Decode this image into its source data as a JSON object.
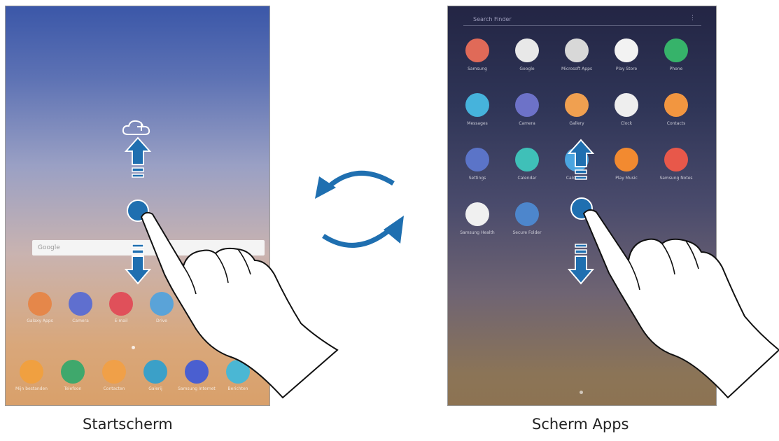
{
  "captions": {
    "home": "Startscherm",
    "apps": "Scherm Apps"
  },
  "home": {
    "search_placeholder": "Google",
    "top_row": [
      {
        "label": "Galaxy Apps",
        "color": "#e5874a",
        "icon": "store-icon"
      },
      {
        "label": "Camera",
        "color": "#5f6fcf",
        "icon": "camera-icon"
      },
      {
        "label": "E-mail",
        "color": "#e0505a",
        "icon": "mail-icon"
      },
      {
        "label": "Drive",
        "color": "#5aa3d8",
        "icon": "cloud-icon"
      }
    ],
    "dock": [
      {
        "label": "Mijn bestanden",
        "color": "#f0a040",
        "icon": "folder-icon"
      },
      {
        "label": "Telefoon",
        "color": "#3fa86c",
        "icon": "phone-icon"
      },
      {
        "label": "Contacten",
        "color": "#f0a048",
        "icon": "contacts-icon"
      },
      {
        "label": "Galerij",
        "color": "#3ba0c8",
        "icon": "gallery-icon"
      },
      {
        "label": "Samsung Internet",
        "color": "#4a5fd0",
        "icon": "internet-icon"
      },
      {
        "label": "Berichten",
        "color": "#4ab7d4",
        "icon": "messages-icon"
      }
    ]
  },
  "apps": {
    "search_placeholder": "Search Finder",
    "grid": [
      {
        "label": "Samsung",
        "color": "#e06a58",
        "icon": "samsung-folder-icon"
      },
      {
        "label": "Google",
        "color": "#e8e8e8",
        "icon": "google-folder-icon"
      },
      {
        "label": "Microsoft Apps",
        "color": "#d8d8d8",
        "icon": "microsoft-folder-icon"
      },
      {
        "label": "Play Store",
        "color": "#f2f2f2",
        "icon": "play-store-icon"
      },
      {
        "label": "Phone",
        "color": "#36b36a",
        "icon": "phone-icon"
      },
      {
        "label": "Messages",
        "color": "#46b3dc",
        "icon": "messages-icon"
      },
      {
        "label": "Camera",
        "color": "#6d72c8",
        "icon": "camera-icon"
      },
      {
        "label": "Gallery",
        "color": "#f0a050",
        "icon": "gallery-icon"
      },
      {
        "label": "Clock",
        "color": "#eeeeee",
        "icon": "clock-icon"
      },
      {
        "label": "Contacts",
        "color": "#f29640",
        "icon": "contacts-icon"
      },
      {
        "label": "Settings",
        "color": "#5b74c8",
        "icon": "settings-icon"
      },
      {
        "label": "Calendar",
        "color": "#3fc0b8",
        "icon": "calendar-icon"
      },
      {
        "label": "Calculator",
        "color": "#4aa5e0",
        "icon": "calculator-icon"
      },
      {
        "label": "Play Music",
        "color": "#f28a30",
        "icon": "play-music-icon"
      },
      {
        "label": "Samsung Notes",
        "color": "#e8584a",
        "icon": "notes-icon"
      },
      {
        "label": "Samsung Health",
        "color": "#f0f0f0",
        "icon": "health-icon"
      },
      {
        "label": "Secure Folder",
        "color": "#4d86cc",
        "icon": "secure-folder-icon"
      }
    ]
  },
  "colors": {
    "arrow": "#1f6fb0",
    "cycle": "#1f6fb0",
    "frame": "#9a9a9a"
  }
}
